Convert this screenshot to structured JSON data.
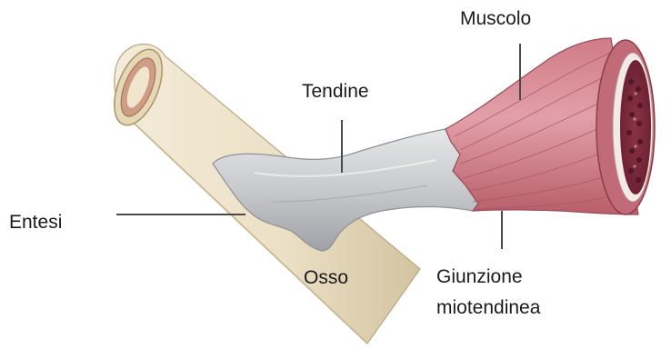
{
  "labels": {
    "muscle": "Muscolo",
    "tendon": "Tendine",
    "enthesis": "Entesi",
    "bone": "Osso",
    "junction_line1": "Giunzione",
    "junction_line2": "miotendinea"
  },
  "colors": {
    "bone": "#ede3cc",
    "bone_dark": "#cbbd99",
    "tendon": "#c9cacd",
    "tendon_dark": "#9ea0a5",
    "muscle": "#d6858f",
    "muscle_dark": "#a4525e",
    "muscle_fiber": "#7d2f3c",
    "leader_line": "#4a4a4a"
  }
}
